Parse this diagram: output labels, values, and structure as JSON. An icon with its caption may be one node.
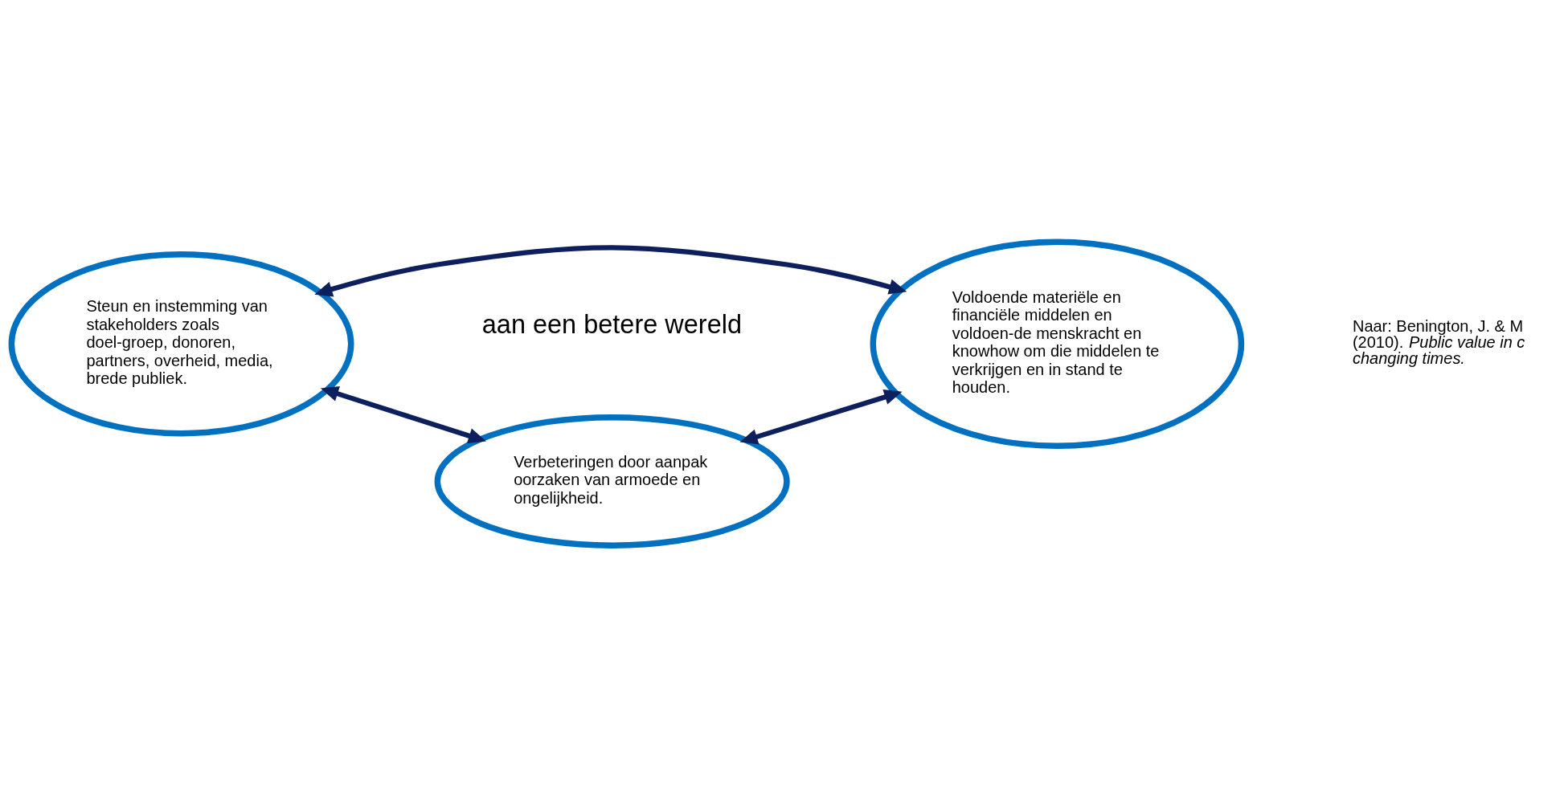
{
  "diagram": {
    "nodes": [
      {
        "text": [
          "Steun en instemming van stakeholders zoals doel-groep, donoren, partners, overheid, media, brede publiek."
        ]
      },
      {
        "text": [
          "Verbeteringen door aanpak oorzaken van armoede en ongelijkheid."
        ]
      },
      {
        "text": [
          "Voldoende materiële en financiële middelen en voldoen-de menskracht en knowhow om die middelen te verkrijgen en in stand te houden."
        ]
      }
    ],
    "edges": [
      {
        "from": 0,
        "to": 1,
        "arrow": "both"
      },
      {
        "from": 0,
        "to": 2,
        "arrow": "both"
      },
      {
        "from": 1,
        "to": 2,
        "arrow": "both"
      }
    ],
    "labels": [
      "aan een betere wereld",
      "Naar: Benington, J. & M (2010). *Public value in c changing times.*"
    ]
  }
}
